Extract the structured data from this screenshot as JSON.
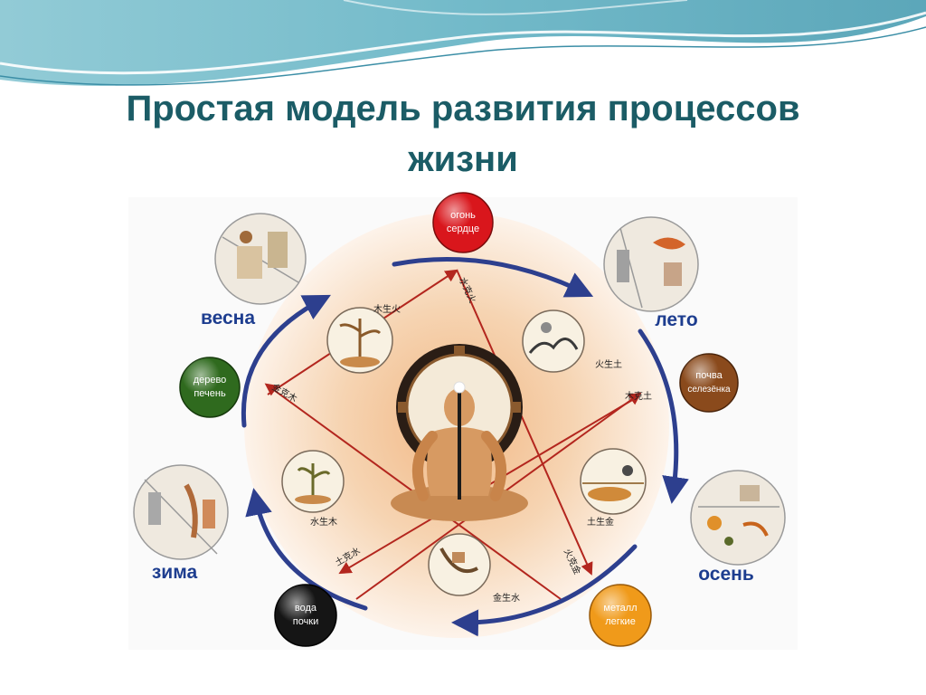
{
  "title": {
    "line1": "Простая модель развития процессов",
    "line2": "жизни"
  },
  "seasons": {
    "spring": "весна",
    "summer": "лето",
    "autumn": "осень",
    "winter": "зима"
  },
  "elements": {
    "fire": {
      "element": "огонь",
      "organ": "сердце",
      "color": "#d9161c"
    },
    "earth": {
      "element": "почва",
      "organ": "селезёнка",
      "color": "#8a4a1c"
    },
    "metal": {
      "element": "металл",
      "organ": "легкие",
      "color": "#f09a1a"
    },
    "water": {
      "element": "вода",
      "organ": "почки",
      "color": "#151515"
    },
    "wood": {
      "element": "дерево",
      "organ": "печень",
      "color": "#2f6a1e"
    }
  },
  "chinese_labels": {
    "wood_fire": "木生火",
    "fire_earth": "火生土",
    "earth_metal": "土生金",
    "metal_water": "金生水",
    "water_wood": "水生木",
    "water_fire": "水克火",
    "wood_earth": "木克土",
    "earth_water": "土克水",
    "fire_metal": "火克金",
    "metal_wood": "金克木"
  },
  "colors": {
    "title": "#1b5c66",
    "season_text": "#1d3d8f",
    "arrow_blue": "#2d3f8e",
    "arrow_red": "#b3261e",
    "glow": "#f2c69c"
  }
}
